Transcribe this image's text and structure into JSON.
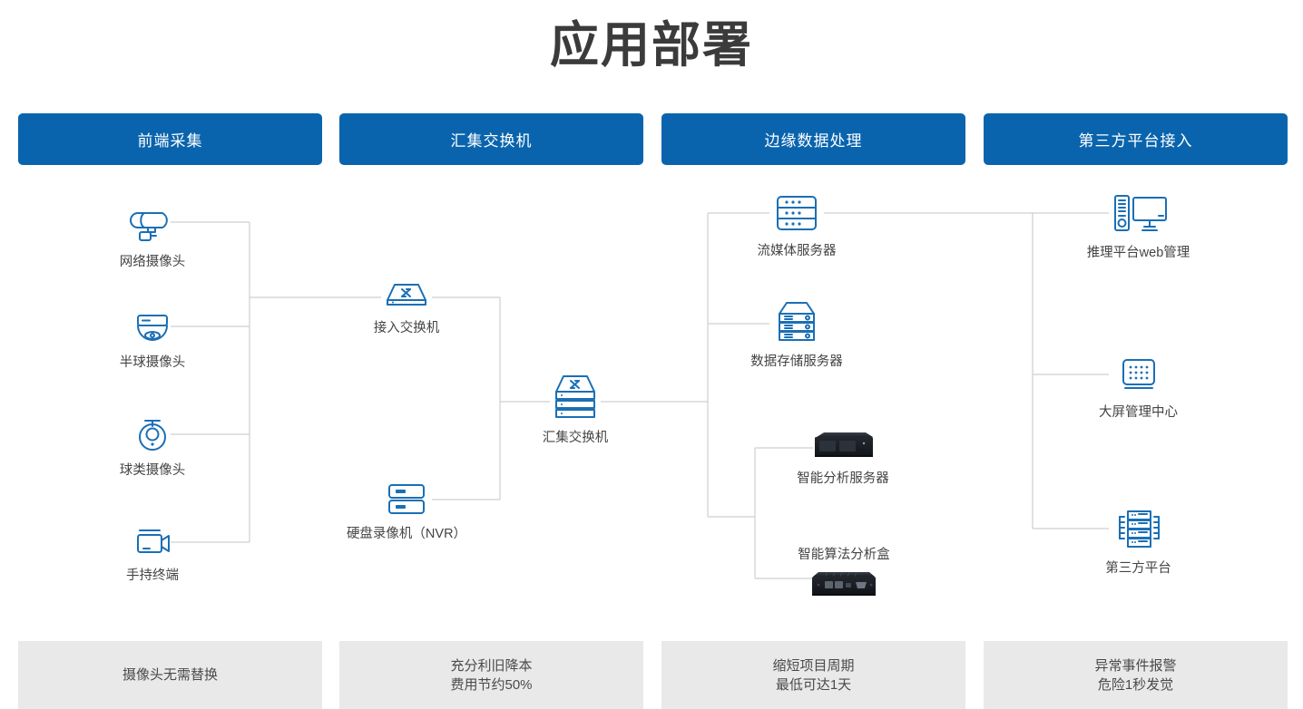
{
  "title": "应用部署",
  "theme": {
    "header_blue": "#0a64ad",
    "icon_blue": "#1a6fb5",
    "footer_gray": "#e9e9e9",
    "wire_gray": "#cfcfcf"
  },
  "columns": [
    {
      "header": "前端采集",
      "footer": [
        "摄像头无需替换"
      ]
    },
    {
      "header": "汇集交换机",
      "footer": [
        "充分利旧降本",
        "费用节约50%"
      ]
    },
    {
      "header": "边缘数据处理",
      "footer": [
        "缩短项目周期",
        "最低可达1天"
      ]
    },
    {
      "header": "第三方平台接入",
      "footer": [
        "异常事件报警",
        "危险1秒发觉"
      ]
    }
  ],
  "nodes": {
    "ip_camera": {
      "label": "网络摄像头",
      "icon": "bullet-camera-icon"
    },
    "dome_camera": {
      "label": "半球摄像头",
      "icon": "dome-camera-icon"
    },
    "ptz_camera": {
      "label": "球类摄像头",
      "icon": "ptz-camera-icon"
    },
    "handheld": {
      "label": "手持终端",
      "icon": "camcorder-icon"
    },
    "access_switch": {
      "label": "接入交换机",
      "icon": "switch-icon"
    },
    "nvr": {
      "label": "硬盘录像机（NVR）",
      "icon": "nvr-icon"
    },
    "agg_switch": {
      "label": "汇集交换机",
      "icon": "stacked-switch-icon"
    },
    "stream_server": {
      "label": "流媒体服务器",
      "icon": "rack-server-icon"
    },
    "storage_server": {
      "label": "数据存储服务器",
      "icon": "storage-server-icon"
    },
    "analysis_server": {
      "label": "智能分析服务器",
      "icon": "analysis-server-photo"
    },
    "algo_box": {
      "label": "智能算法分析盒",
      "icon": "edge-ai-box-photo"
    },
    "web_platform": {
      "label": "推理平台web管理",
      "icon": "desktop-pc-icon"
    },
    "video_wall": {
      "label": "大屏管理中心",
      "icon": "video-wall-icon"
    },
    "third_party": {
      "label": "第三方平台",
      "icon": "server-rack-icon"
    }
  }
}
